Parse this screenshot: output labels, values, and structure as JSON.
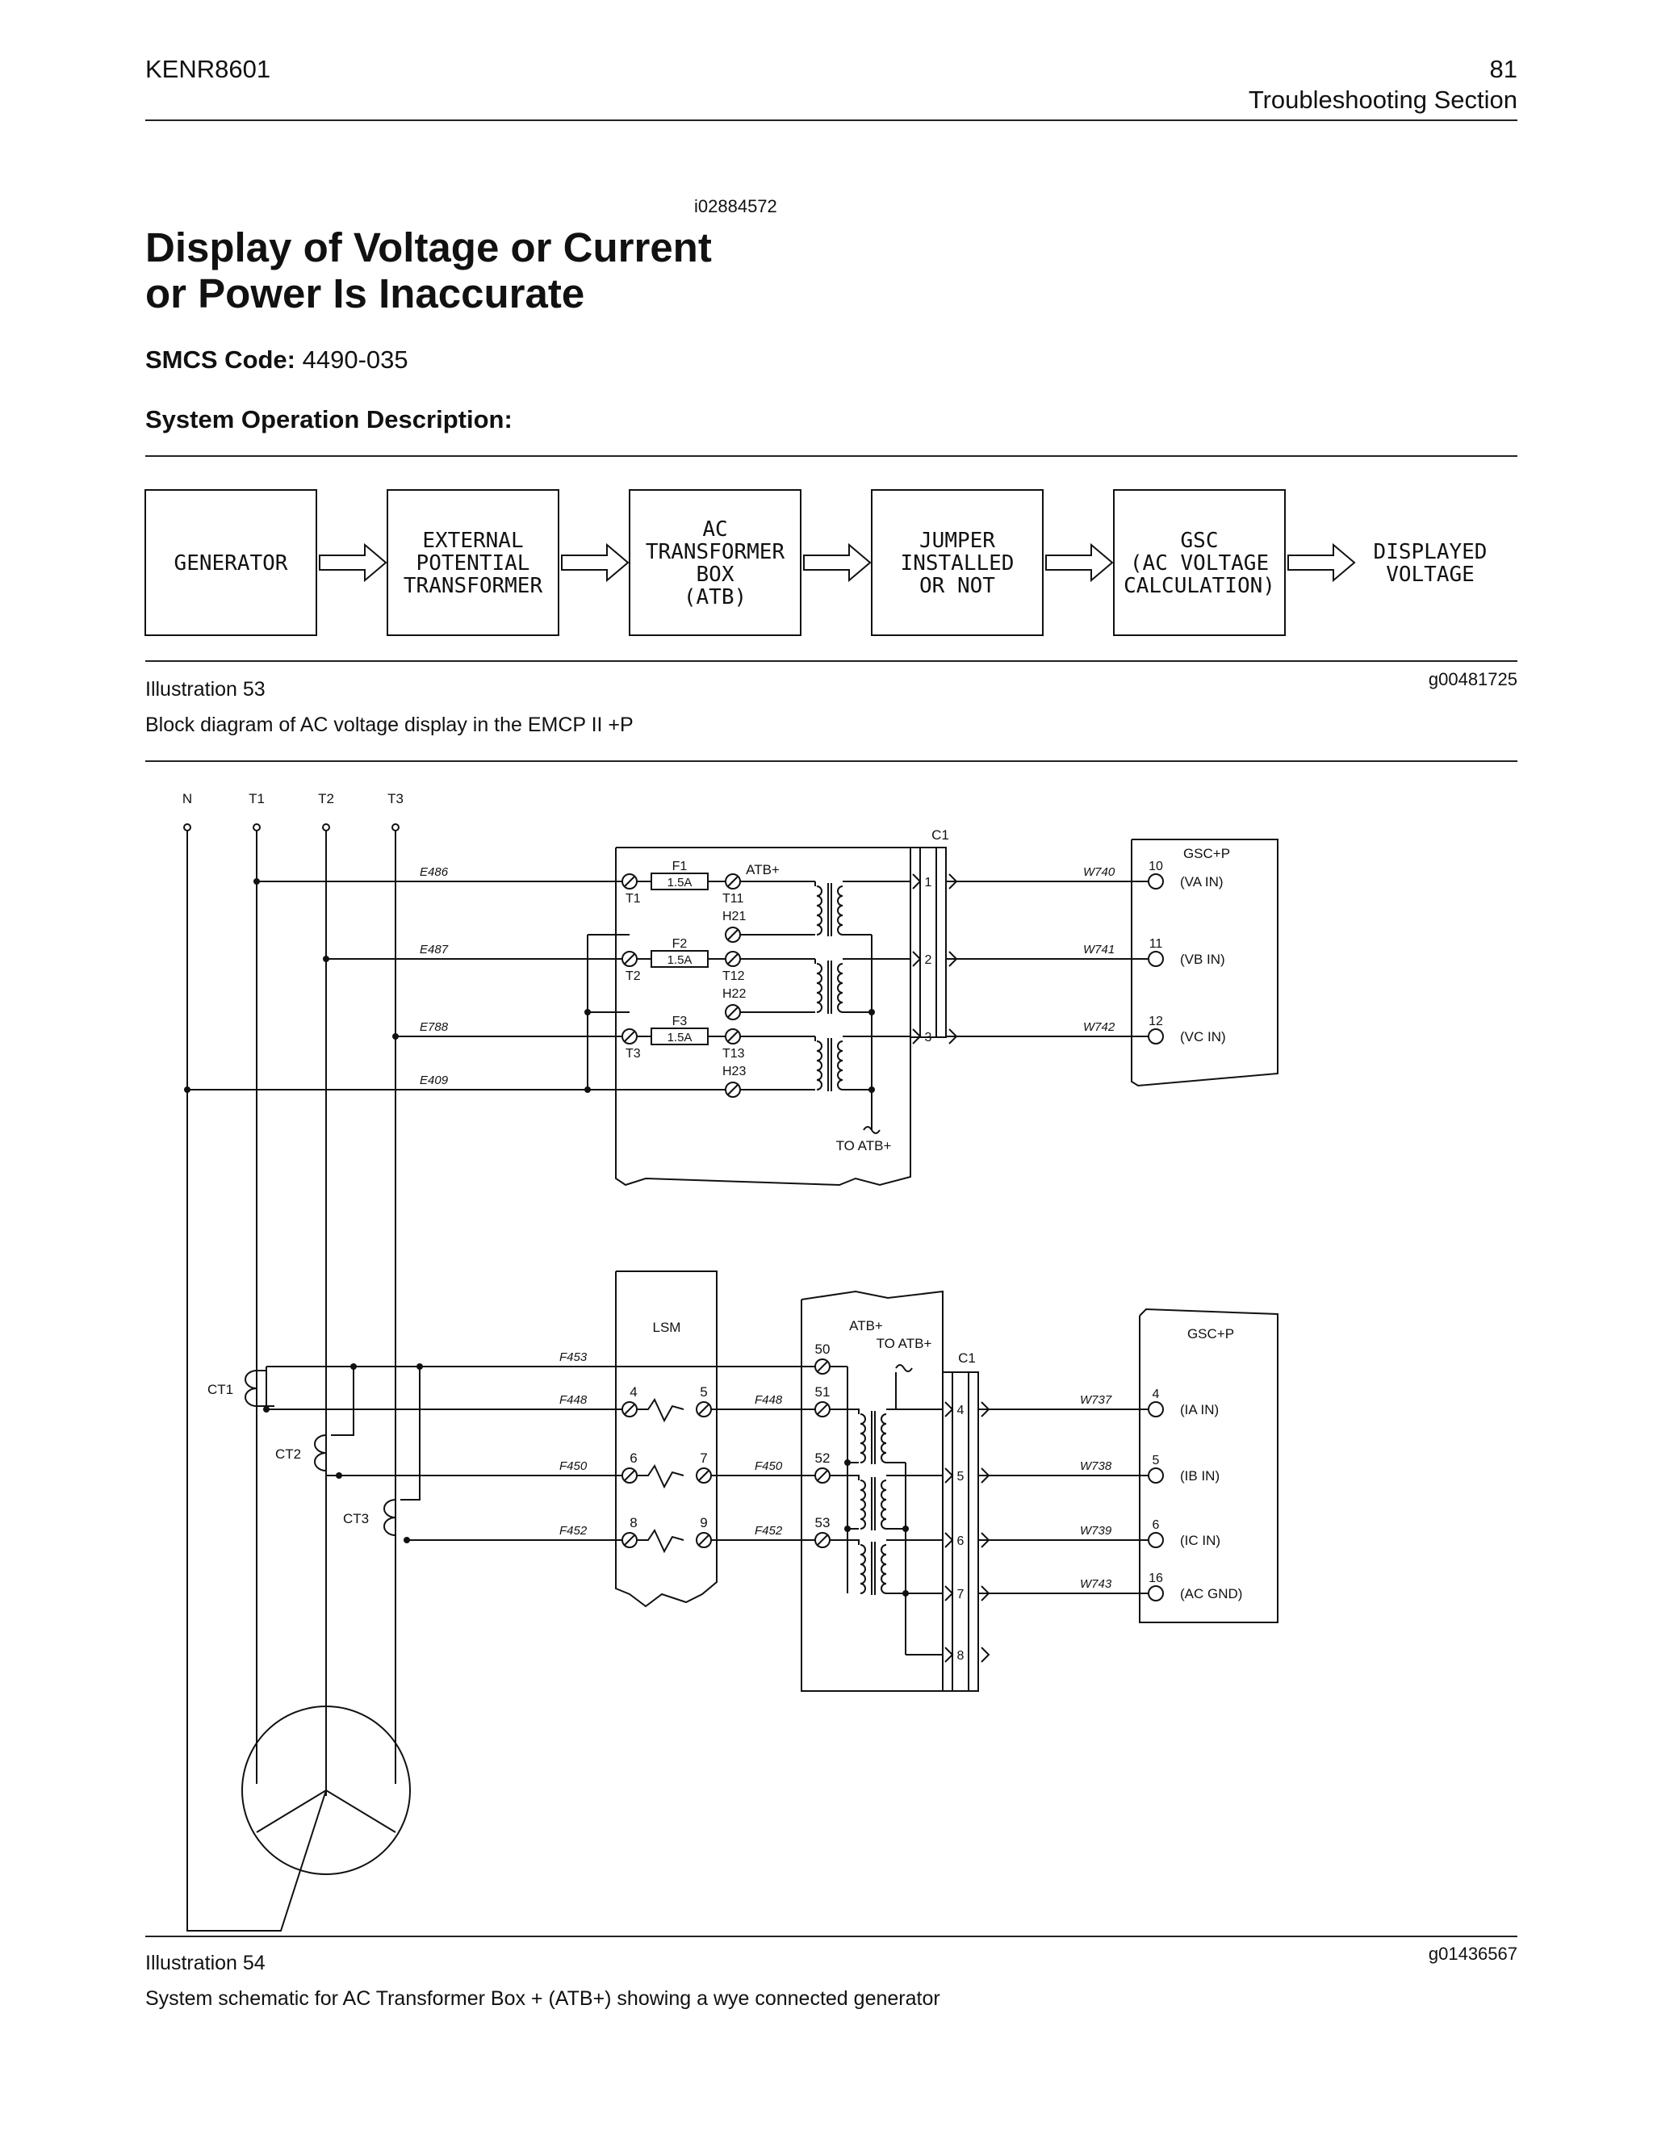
{
  "header": {
    "doc_number": "KENR8601",
    "page_number": "81",
    "section": "Troubleshooting  Section"
  },
  "article": {
    "doc_id": "i02884572",
    "title_line1": "Display of Voltage or Current",
    "title_line2": "or Power Is Inaccurate",
    "smcs_label": "SMCS Code:",
    "smcs_value": " 4490-035",
    "subheading": "System Operation Description:"
  },
  "illustration53": {
    "label": "Illustration 53",
    "graphic_id": "g00481725",
    "caption": "Block diagram of AC voltage display in the EMCP II +P",
    "blocks": [
      [
        "GENERATOR"
      ],
      [
        "EXTERNAL",
        "POTENTIAL",
        "TRANSFORMER"
      ],
      [
        "AC",
        "TRANSFORMER",
        "BOX",
        "(ATB)"
      ],
      [
        "JUMPER",
        "INSTALLED",
        "OR NOT"
      ],
      [
        "GSC",
        "(AC VOLTAGE",
        "CALCULATION)"
      ]
    ],
    "output_label": [
      "DISPLAYED",
      "VOLTAGE"
    ]
  },
  "illustration54": {
    "label": "Illustration 54",
    "graphic_id": "g01436567",
    "caption": "System schematic for AC Transformer Box + (ATB+) showing a wye connected generator",
    "phases": [
      "N",
      "T1",
      "T2",
      "T3"
    ],
    "top": {
      "wires": [
        "E486",
        "E487",
        "E788",
        "E409"
      ],
      "fuses": [
        "F1",
        "F2",
        "F3"
      ],
      "fuse_rating": "1.5A",
      "atb_label": "ATB+",
      "t_labels": [
        "T1",
        "T2",
        "T3"
      ],
      "sec_labels": [
        "T11",
        "T12",
        "T13"
      ],
      "h_labels": [
        "H21",
        "H22",
        "H23"
      ],
      "to_atb": "TO ATB+",
      "connector": "C1",
      "pins": [
        "1",
        "2",
        "3"
      ],
      "out_wires": [
        "W740",
        "W741",
        "W742"
      ],
      "gsc_label": "GSC+P",
      "gsc_terms": [
        "10",
        "11",
        "12"
      ],
      "gsc_sigs": [
        "(VA IN)",
        "(VB IN)",
        "(VC IN)"
      ]
    },
    "bottom": {
      "cts": [
        "CT1",
        "CT2",
        "CT3"
      ],
      "wires_left": [
        "F453",
        "F448",
        "F450",
        "F452"
      ],
      "wires_mid": [
        "F448",
        "F450",
        "F452"
      ],
      "lsm_label": "LSM",
      "lsm_terms": [
        [
          "4",
          "5"
        ],
        [
          "6",
          "7"
        ],
        [
          "8",
          "9"
        ]
      ],
      "atb_label": "ATB+",
      "to_atb": "TO ATB+",
      "atb_terms": [
        "50",
        "51",
        "52",
        "53"
      ],
      "connector": "C1",
      "pins": [
        "4",
        "5",
        "6",
        "7",
        "8"
      ],
      "out_wires": [
        "W737",
        "W738",
        "W739",
        "W743"
      ],
      "gsc_label": "GSC+P",
      "gsc_terms": [
        "4",
        "5",
        "6",
        "16"
      ],
      "gsc_sigs": [
        "(IA IN)",
        "(IB IN)",
        "(IC IN)",
        "(AC GND)"
      ]
    }
  }
}
